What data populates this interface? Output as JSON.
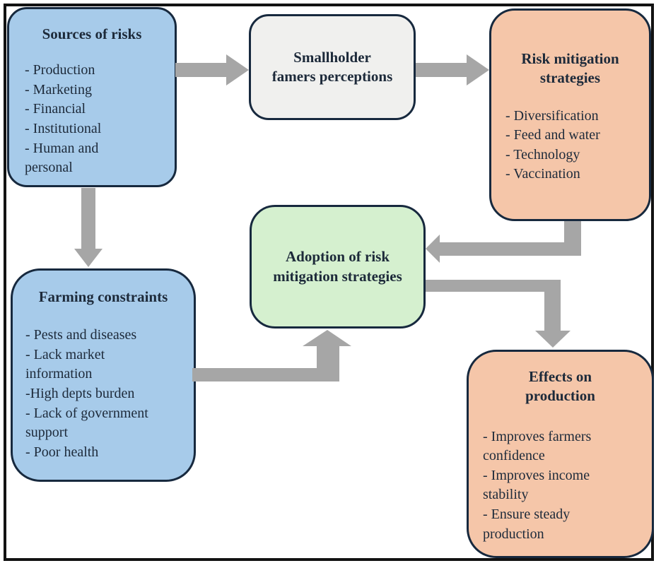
{
  "colors": {
    "blue_box": "#a7cbea",
    "peach_box": "#f5c6a9",
    "green_box": "#d5f0cf",
    "gray_box": "#f0f0ee",
    "box_border": "#17293e",
    "arrow": "#a6a6a6",
    "frame": "#121212"
  },
  "boxes": {
    "sources_of_risks": {
      "title": "Sources of risks",
      "items": [
        "- Production",
        "- Marketing",
        "- Financial",
        "- Institutional",
        "- Human and\npersonal"
      ]
    },
    "smallholder_perceptions": {
      "title": "Smallholder\nfamers perceptions"
    },
    "risk_mitigation_strategies": {
      "title": "Risk mitigation\nstrategies",
      "items": [
        "- Diversification",
        "- Feed and water",
        "- Technology",
        "- Vaccination"
      ]
    },
    "adoption": {
      "title": "Adoption of risk\nmitigation strategies"
    },
    "farming_constraints": {
      "title": "Farming constraints",
      "items": [
        "- Pests and diseases",
        "- Lack market\ninformation",
        "-High depts burden",
        "- Lack of government\nsupport",
        "- Poor health"
      ]
    },
    "effects_on_production": {
      "title": "Effects on\nproduction",
      "items": [
        "- Improves farmers\nconfidence",
        "- Improves income\nstability",
        "- Ensure steady\nproduction"
      ]
    }
  },
  "arrows": [
    {
      "from": "sources_of_risks",
      "to": "smallholder_perceptions",
      "direction": "right"
    },
    {
      "from": "smallholder_perceptions",
      "to": "risk_mitigation_strategies",
      "direction": "right"
    },
    {
      "from": "sources_of_risks",
      "to": "farming_constraints",
      "direction": "down"
    },
    {
      "from": "risk_mitigation_strategies",
      "to": "adoption",
      "direction": "down-left"
    },
    {
      "from": "adoption",
      "to": "effects_on_production",
      "direction": "right-down"
    },
    {
      "from": "farming_constraints",
      "to": "adoption",
      "direction": "right-up"
    }
  ]
}
